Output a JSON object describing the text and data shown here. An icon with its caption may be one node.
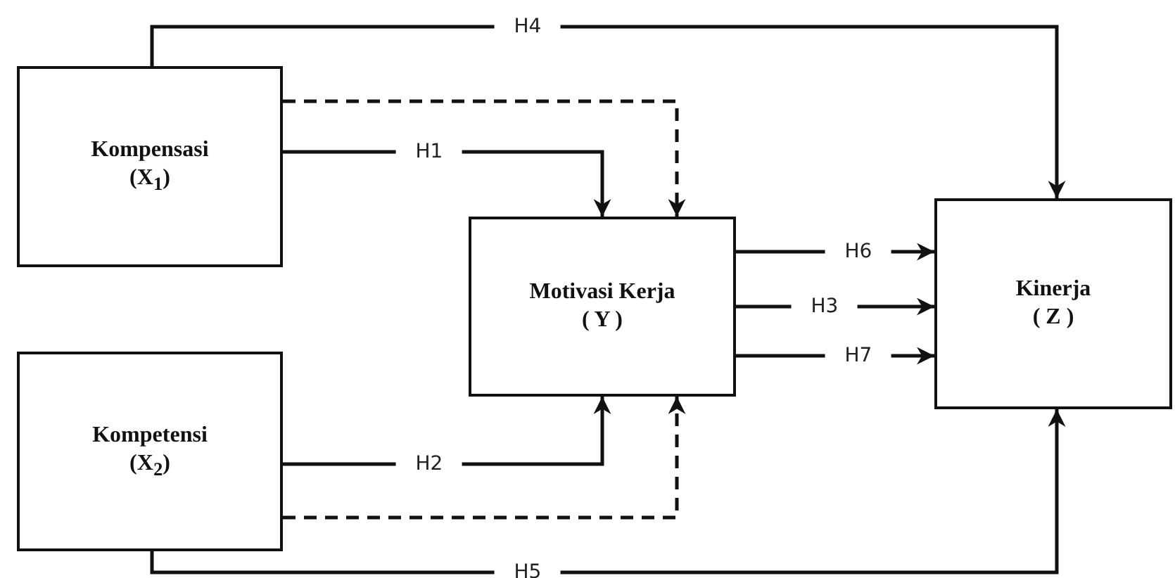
{
  "diagram": {
    "nodes": [
      {
        "text": [
          "Kompensasi",
          "(X$_{1}$)"
        ]
      },
      {
        "text": [
          "Kompetensi",
          "(X$_{2}$)"
        ]
      },
      {
        "text": [
          "Motivasi Kerja",
          "( Y )"
        ]
      },
      {
        "text": [
          "Kinerja",
          "( Z )"
        ]
      }
    ],
    "edges": [
      {
        "from": 0,
        "to": 2,
        "arrow": "to",
        "label": "H1"
      },
      {
        "from": 1,
        "to": 2,
        "arrow": "to",
        "label": "H2"
      },
      {
        "from": 0,
        "to": 3,
        "arrow": "to",
        "label": "H4"
      },
      {
        "from": 1,
        "to": 3,
        "arrow": "to",
        "label": "H5"
      },
      {
        "from": 0,
        "to": 2,
        "arrow": "to",
        "style": "dashed"
      },
      {
        "from": 1,
        "to": 2,
        "arrow": "to",
        "style": "dashed"
      },
      {
        "from": 2,
        "to": 3,
        "arrow": "to",
        "label": "H6"
      },
      {
        "from": 2,
        "to": 3,
        "arrow": "to",
        "label": "H3"
      },
      {
        "from": 2,
        "to": 3,
        "arrow": "to",
        "label": "H7"
      }
    ]
  }
}
